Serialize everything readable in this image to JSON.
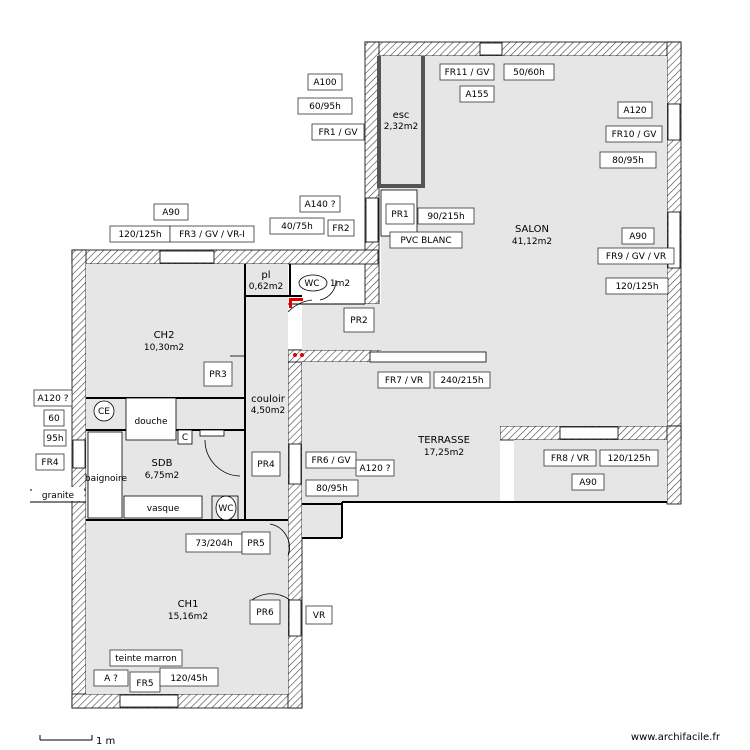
{
  "rooms": {
    "esc": {
      "name": "esc",
      "area": "2,32m2"
    },
    "salon": {
      "name": "SALON",
      "area": "41,12m2"
    },
    "pl": {
      "name": "pl",
      "area": "0,62m2"
    },
    "wc_top": {
      "name": "WC",
      "area": "1m2"
    },
    "ch2": {
      "name": "CH2",
      "area": "10,30m2"
    },
    "couloir": {
      "name": "couloir",
      "area": "4,50m2"
    },
    "terrasse": {
      "name": "TERRASSE",
      "area": "17,25m2"
    },
    "sdb": {
      "name": "SDB",
      "area": "6,75m2"
    },
    "ch1": {
      "name": "CH1",
      "area": "15,16m2"
    }
  },
  "fixtures": {
    "douche": "douche",
    "baignoire": "baignoire",
    "vasque": "vasque",
    "wc": "WC",
    "ce": "CE",
    "c": "C"
  },
  "tags": {
    "a100": "A100",
    "h60_95": "60/95h",
    "fr1": "FR1 / GV",
    "fr11": "FR11 / GV",
    "w50_60": "50/60h",
    "a155": "A155",
    "a120_r": "A120",
    "fr10": "FR10 / GV",
    "h80_95_r": "80/95h",
    "a90_top": "A90",
    "h120_125_l": "120/125h",
    "fr3": "FR3 / GV / VR-I",
    "a140": "A140 ?",
    "h40_75": "40/75h",
    "fr2": "FR2",
    "pr1": "PR1",
    "h90_215": "90/215h",
    "pvc": "PVC BLANC",
    "a90_r": "A90",
    "fr9": "FR9 / GV / VR",
    "h120_125_r": "120/125h",
    "pr2": "PR2",
    "pr3": "PR3",
    "fr7": "FR7 / VR",
    "h240_215": "240/215h",
    "a120_l": "A120 ?",
    "v60": "60",
    "h95": "95h",
    "fr4": "FR4",
    "pr4": "PR4",
    "fr6": "FR6 / GV",
    "a120_mid": "A120 ?",
    "h80_95_m": "80/95h",
    "fr8": "FR8 / VR",
    "h120_125_b": "120/125h",
    "a90_b": "A90",
    "h73_204": "73/204h",
    "pr5": "PR5",
    "pr6": "PR6",
    "vr": "VR",
    "teinte": "teinte marron",
    "a_q": "A ?",
    "fr5": "FR5",
    "h120_45": "120/45h"
  },
  "labels": {
    "granite": "granite",
    "scale": "1 m",
    "watermark": "www.archifacile.fr"
  },
  "colors": {
    "wall": "#000000",
    "floor": "#e6e6e6",
    "accent": "#e00000"
  }
}
